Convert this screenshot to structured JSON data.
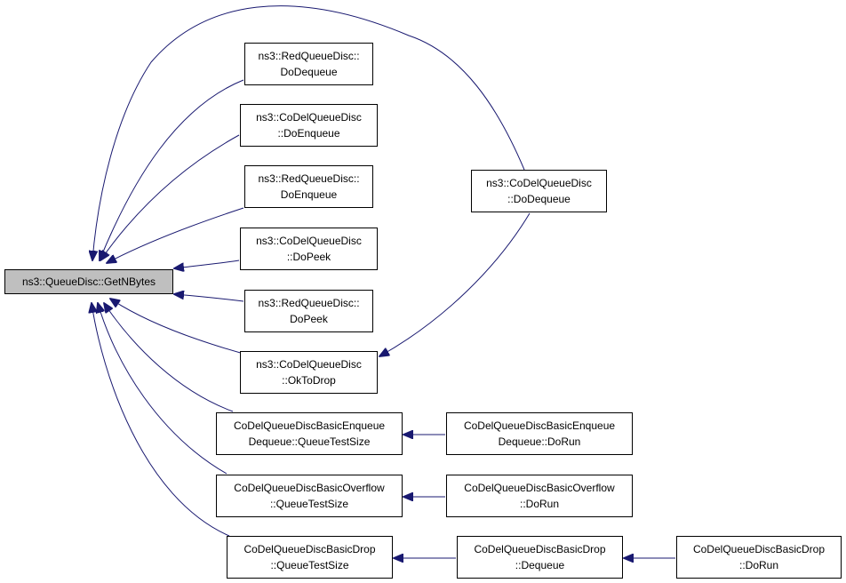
{
  "nodes": {
    "root": {
      "lines": [
        "ns3::QueueDisc::GetNBytes"
      ]
    },
    "red_dodequeue": {
      "lines": [
        "ns3::RedQueueDisc::",
        "DoDequeue"
      ]
    },
    "codel_doenqueue": {
      "lines": [
        "ns3::CoDelQueueDisc",
        "::DoEnqueue"
      ]
    },
    "red_doenqueue": {
      "lines": [
        "ns3::RedQueueDisc::",
        "DoEnqueue"
      ]
    },
    "codel_dopeek": {
      "lines": [
        "ns3::CoDelQueueDisc",
        "::DoPeek"
      ]
    },
    "red_dopeek": {
      "lines": [
        "ns3::RedQueueDisc::",
        "DoPeek"
      ]
    },
    "codel_oktodrop": {
      "lines": [
        "ns3::CoDelQueueDisc",
        "::OkToDrop"
      ]
    },
    "codel_dodequeue": {
      "lines": [
        "ns3::CoDelQueueDisc",
        "::DoDequeue"
      ]
    },
    "enq_deq_qts": {
      "lines": [
        "CoDelQueueDiscBasicEnqueue",
        "Dequeue::QueueTestSize"
      ]
    },
    "enq_deq_dorun": {
      "lines": [
        "CoDelQueueDiscBasicEnqueue",
        "Dequeue::DoRun"
      ]
    },
    "overflow_qts": {
      "lines": [
        "CoDelQueueDiscBasicOverflow",
        "::QueueTestSize"
      ]
    },
    "overflow_dorun": {
      "lines": [
        "CoDelQueueDiscBasicOverflow",
        "::DoRun"
      ]
    },
    "drop_qts": {
      "lines": [
        "CoDelQueueDiscBasicDrop",
        "::QueueTestSize"
      ]
    },
    "drop_dequeue": {
      "lines": [
        "CoDelQueueDiscBasicDrop",
        "::Dequeue"
      ]
    },
    "drop_dorun": {
      "lines": [
        "CoDelQueueDiscBasicDrop",
        "::DoRun"
      ]
    }
  },
  "edges": [
    [
      "red_dodequeue",
      "root"
    ],
    [
      "codel_doenqueue",
      "root"
    ],
    [
      "red_doenqueue",
      "root"
    ],
    [
      "codel_dopeek",
      "root"
    ],
    [
      "red_dopeek",
      "root"
    ],
    [
      "codel_oktodrop",
      "root"
    ],
    [
      "codel_dodequeue",
      "root"
    ],
    [
      "codel_dodequeue",
      "codel_oktodrop"
    ],
    [
      "enq_deq_qts",
      "root"
    ],
    [
      "overflow_qts",
      "root"
    ],
    [
      "drop_qts",
      "root"
    ],
    [
      "enq_deq_dorun",
      "enq_deq_qts"
    ],
    [
      "overflow_dorun",
      "overflow_qts"
    ],
    [
      "drop_dequeue",
      "drop_qts"
    ],
    [
      "drop_dorun",
      "drop_dequeue"
    ]
  ],
  "colors": {
    "edge": "#191970",
    "root_fill": "#bfbfbf",
    "node_fill": "#ffffff",
    "border": "#000000"
  }
}
